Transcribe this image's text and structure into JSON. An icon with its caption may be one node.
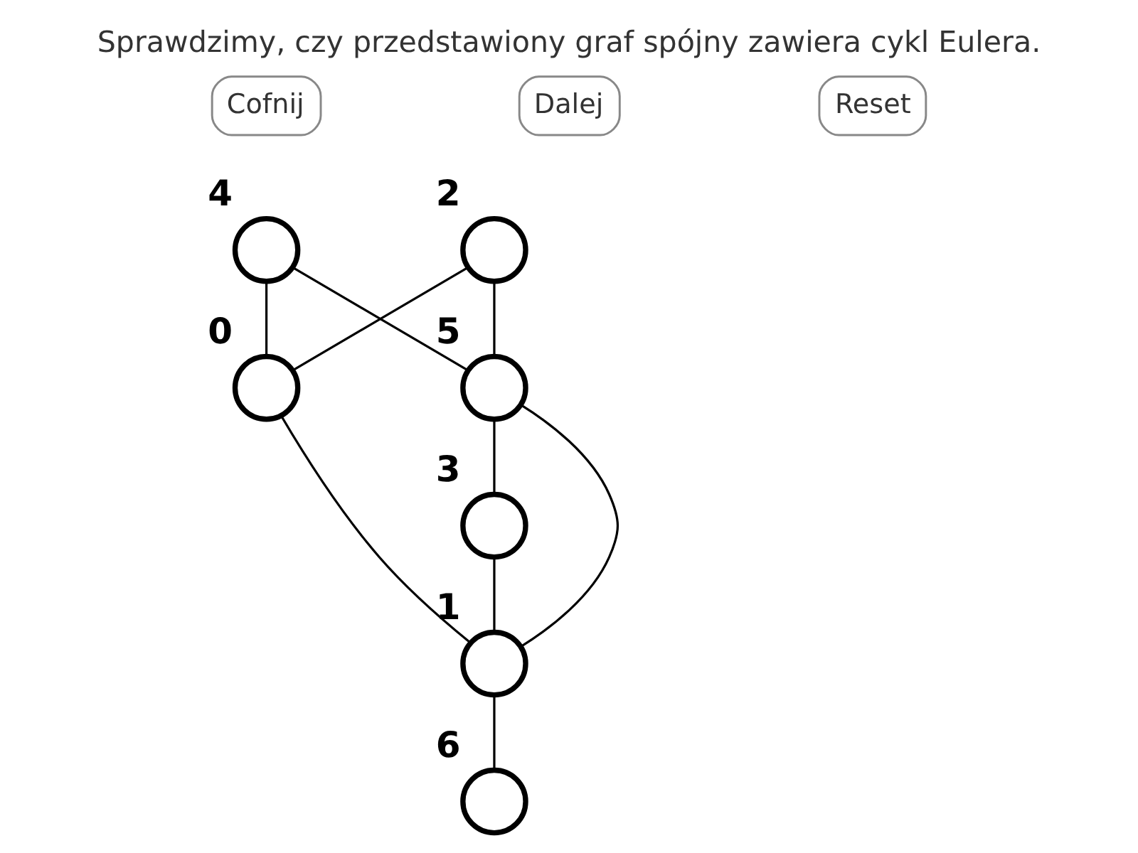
{
  "diagram": {
    "title": "Sprawdzimy, czy przedstawiony graf spójny zawiera cykl Eulera.",
    "nodes": [
      {
        "text": [],
        "shape": "circle",
        "beside": [
          "2"
        ]
      },
      {
        "text": [],
        "shape": "circle",
        "beside": [
          "4"
        ]
      },
      {
        "text": [],
        "shape": "circle",
        "beside": [
          "5"
        ]
      },
      {
        "text": [],
        "shape": "circle",
        "beside": [
          "0"
        ]
      },
      {
        "text": [],
        "shape": "circle",
        "beside": [
          "3"
        ]
      },
      {
        "text": [],
        "shape": "circle",
        "beside": [
          "1"
        ]
      },
      {
        "text": [],
        "shape": "circle",
        "beside": [
          "6"
        ]
      }
    ],
    "edges": [
      {
        "from": 1,
        "to": 3,
        "arrow": "none"
      },
      {
        "from": 1,
        "to": 2,
        "arrow": "none"
      },
      {
        "from": 0,
        "to": 3,
        "arrow": "none"
      },
      {
        "from": 0,
        "to": 2,
        "arrow": "none"
      },
      {
        "from": 2,
        "to": 5,
        "arrow": "none"
      },
      {
        "from": 2,
        "to": 4,
        "arrow": "none"
      },
      {
        "from": 3,
        "to": 5,
        "arrow": "none"
      },
      {
        "from": 4,
        "to": 5,
        "arrow": "none"
      },
      {
        "from": 5,
        "to": 6,
        "arrow": "none"
      }
    ],
    "labels": [
      "Cofnij",
      "Dalej",
      "Reset"
    ]
  }
}
